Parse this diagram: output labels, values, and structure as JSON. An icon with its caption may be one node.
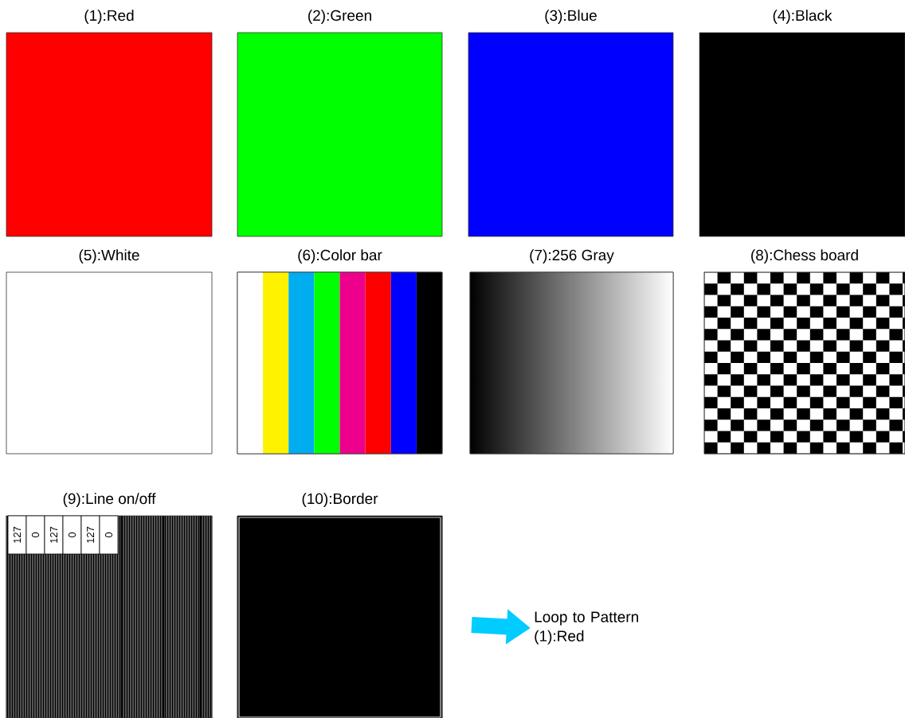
{
  "diagram": {
    "nodes": [
      {
        "text": [
          "(1):Red"
        ]
      },
      {
        "text": [
          "(2):Green"
        ]
      },
      {
        "text": [
          "(3):Blue"
        ]
      },
      {
        "text": [
          "(4):Black"
        ]
      },
      {
        "text": [
          "(5):White"
        ]
      },
      {
        "text": [
          "(6):Color bar"
        ]
      },
      {
        "text": [
          "(7):256 Gray"
        ]
      },
      {
        "text": [
          "(8):Chess board"
        ]
      },
      {
        "text": [
          "(9):Line on/off"
        ]
      },
      {
        "text": [
          "(10):Border"
        ]
      },
      {
        "text": [
          "Loop to Pattern (1):Red"
        ]
      }
    ],
    "edges": [
      {
        "from": 9,
        "to": 10,
        "arrow": "to"
      }
    ],
    "labels": [
      "127",
      "0",
      "127",
      "0",
      "127",
      "0"
    ]
  }
}
